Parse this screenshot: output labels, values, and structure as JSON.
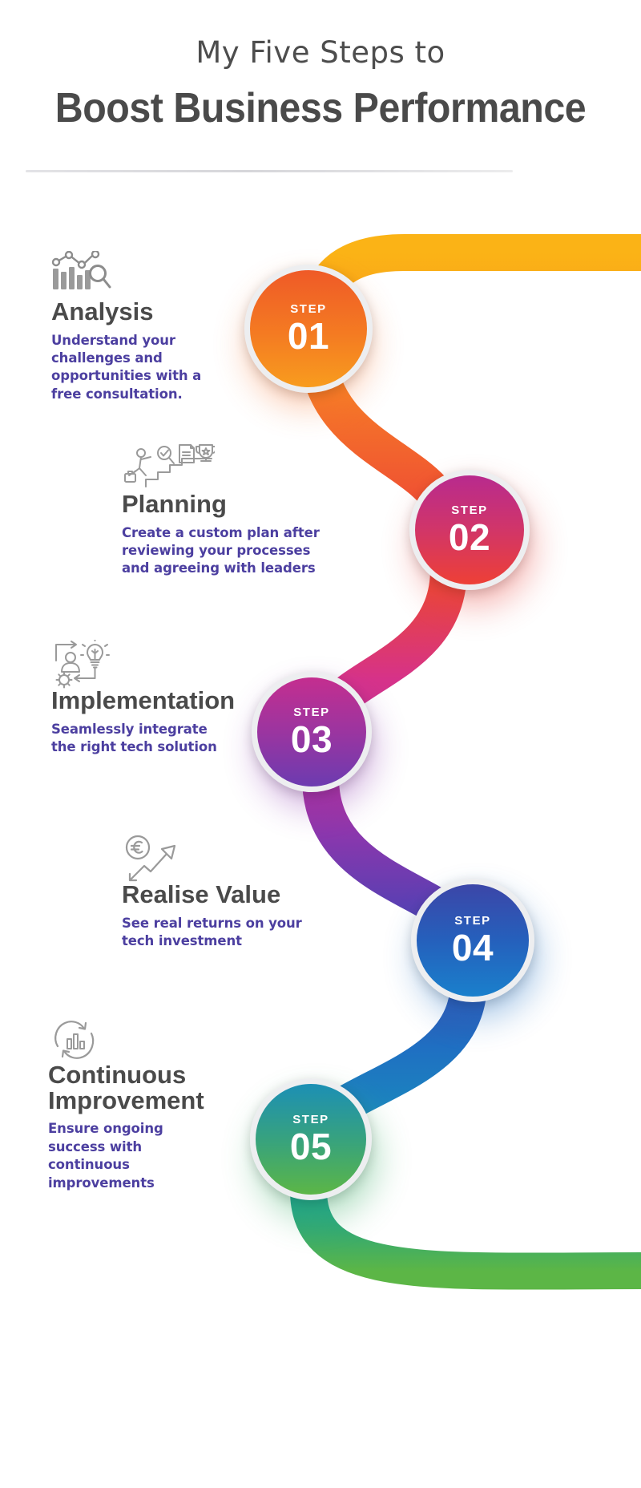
{
  "header": {
    "kicker": "My Five Steps to",
    "headline": "Boost Business Performance"
  },
  "colors": {
    "heading_gray": "#4a4a4a",
    "body_purple": "#4c3fa0",
    "icon_gray": "#8c8c8c",
    "ring": "#edeef0",
    "ribbon_amber": "#f9a01b",
    "ribbon_orange": "#f4702a",
    "ribbon_red": "#e8443c",
    "ribbon_magenta": "#c62c8c",
    "ribbon_purple": "#7b3fb0",
    "ribbon_indigo": "#3f4ea8",
    "ribbon_blue": "#1e74c4",
    "ribbon_teal": "#16a09a",
    "ribbon_green": "#5cb646"
  },
  "steps": [
    {
      "number": "01",
      "step_word": "STEP",
      "title": "Analysis",
      "description": "Understand your challenges and opportunities with a free consultation.",
      "icon": "bar-chart-magnifier-icon",
      "circle_top": "#ef5a27",
      "circle_bottom": "#f7941e"
    },
    {
      "number": "02",
      "step_word": "STEP",
      "title": "Planning",
      "description": "Create a custom plan after reviewing your processes and agreeing with leaders",
      "icon": "stairs-climb-trophy-icon",
      "circle_top": "#b82a8e",
      "circle_bottom": "#ee4036"
    },
    {
      "number": "03",
      "step_word": "STEP",
      "title": "Implementation",
      "description": "Seamlessly integrate the right tech solution",
      "icon": "person-lightbulb-gear-icon",
      "circle_top": "#c42e8f",
      "circle_bottom": "#6c3bb0"
    },
    {
      "number": "04",
      "step_word": "STEP",
      "title": "Realise Value",
      "description": "See real returns on your tech investment",
      "icon": "euro-growth-arrow-icon",
      "circle_top": "#3c46a8",
      "circle_bottom": "#1878c8"
    },
    {
      "number": "05",
      "step_word": "STEP",
      "title": "Continuous Improvement",
      "description": "Ensure ongoing success with continuous improvements",
      "icon": "cycle-chart-arrows-icon",
      "circle_top": "#1c8fb5",
      "circle_bottom": "#5cb646"
    }
  ]
}
